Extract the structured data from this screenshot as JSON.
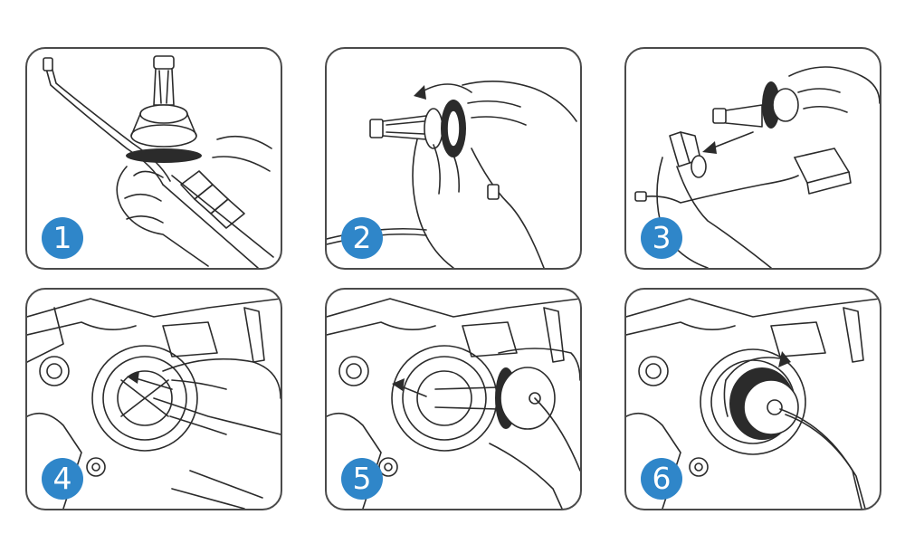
{
  "steps": [
    {
      "number": "1",
      "icon": "led-bulb-in-hand-icon"
    },
    {
      "number": "2",
      "icon": "rotate-collar-icon"
    },
    {
      "number": "3",
      "icon": "insert-bulb-icon"
    },
    {
      "number": "4",
      "icon": "install-collar-icon"
    },
    {
      "number": "5",
      "icon": "push-bulb-icon"
    },
    {
      "number": "6",
      "icon": "lock-rotate-icon"
    }
  ],
  "colors": {
    "badge": "#2f86c9",
    "line": "#2b2b2b",
    "border": "#4a4a4a"
  }
}
